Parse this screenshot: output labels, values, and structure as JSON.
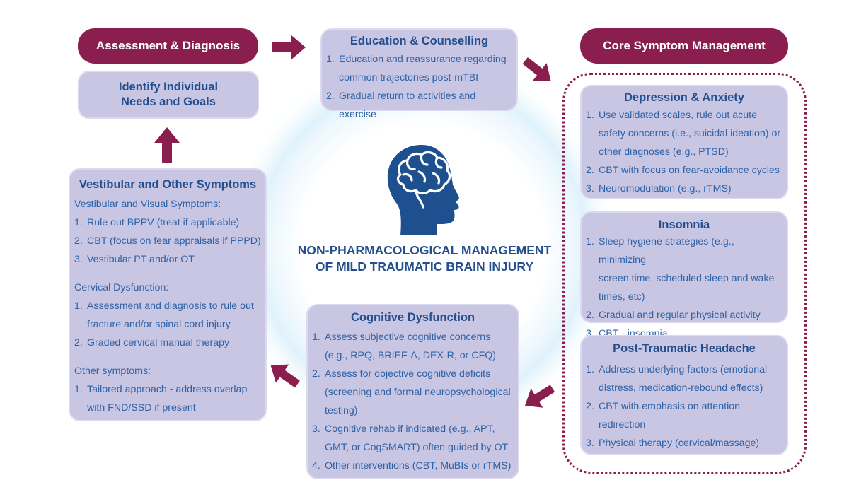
{
  "assessment": {
    "title": "Assessment & Diagnosis"
  },
  "identify": {
    "line1": "Identify Individual",
    "line2": "Needs and Goals"
  },
  "education": {
    "title": "Education & Counselling",
    "items": [
      {
        "num": "1.",
        "lines": [
          "Education and reassurance regarding",
          "common trajectories post-mTBI"
        ]
      },
      {
        "num": "2.",
        "lines": [
          "Gradual return to activities and exercise"
        ]
      }
    ]
  },
  "core": {
    "title": "Core Symptom Management"
  },
  "depression": {
    "title": "Depression & Anxiety",
    "items": [
      {
        "num": "1.",
        "lines": [
          "Use validated scales, rule out acute",
          "safety concerns (i.e., suicidal ideation) or",
          "other diagnoses (e.g., PTSD)"
        ]
      },
      {
        "num": "2.",
        "lines": [
          "CBT with focus on fear-avoidance cycles"
        ]
      },
      {
        "num": "3.",
        "lines": [
          "Neuromodulation (e.g., rTMS)"
        ]
      }
    ]
  },
  "insomnia": {
    "title": "Insomnia",
    "items": [
      {
        "num": "1.",
        "lines": [
          "Sleep hygiene strategies (e.g., minimizing",
          "screen time, scheduled sleep and wake",
          "times, etc)"
        ]
      },
      {
        "num": "2.",
        "lines": [
          "Gradual and regular physical activity"
        ]
      },
      {
        "num": "3.",
        "lines": [
          "CBT - insomnia"
        ]
      }
    ]
  },
  "headache": {
    "title": "Post-Traumatic Headache",
    "items": [
      {
        "num": "1.",
        "lines": [
          "Address underlying factors (emotional",
          "distress, medication-rebound effects)"
        ]
      },
      {
        "num": "2.",
        "lines": [
          "CBT with emphasis on attention",
          "redirection"
        ]
      },
      {
        "num": "3.",
        "lines": [
          "Physical therapy (cervical/massage)"
        ]
      }
    ]
  },
  "cognitive": {
    "title": "Cognitive Dysfunction",
    "items": [
      {
        "num": "1.",
        "lines": [
          "Assess subjective cognitive concerns",
          "(e.g., RPQ, BRIEF-A, DEX-R, or CFQ)"
        ]
      },
      {
        "num": "2.",
        "lines": [
          "Assess for objective cognitive deficits",
          "(screening and formal neuropsychological",
          "testing)"
        ]
      },
      {
        "num": "3.",
        "lines": [
          "Cognitive rehab if indicated (e.g., APT,",
          "GMT, or CogSMART) often guided by OT"
        ]
      },
      {
        "num": "4.",
        "lines": [
          "Other interventions (CBT, MuBIs or rTMS)"
        ]
      }
    ]
  },
  "vestibular": {
    "title": "Vestibular and Other Symptoms",
    "sections": [
      {
        "heading": "Vestibular and Visual Symptoms:",
        "items": [
          {
            "num": "1.",
            "lines": [
              "Rule out BPPV (treat if applicable)"
            ]
          },
          {
            "num": "2.",
            "lines": [
              "CBT (focus on fear appraisals if PPPD)"
            ]
          },
          {
            "num": "3.",
            "lines": [
              "Vestibular PT and/or OT"
            ]
          }
        ]
      },
      {
        "heading": "Cervical Dysfunction:",
        "items": [
          {
            "num": "1.",
            "lines": [
              "Assessment and diagnosis to rule out",
              "fracture and/or spinal cord injury"
            ]
          },
          {
            "num": "2.",
            "lines": [
              "Graded cervical manual therapy"
            ]
          }
        ]
      },
      {
        "heading": "Other symptoms:",
        "items": [
          {
            "num": "1.",
            "lines": [
              "Tailored approach - address overlap",
              "with FND/SSD if present"
            ]
          }
        ]
      }
    ]
  },
  "center": {
    "line1": "NON-PHARMACOLOGICAL MANAGEMENT",
    "line2": "OF MILD TRAUMATIC BRAIN INJURY"
  },
  "icons": {
    "brain": "head-brain-icon"
  },
  "colors": {
    "accent": "#8a1f4f",
    "box": "#c9c6e3",
    "text": "#2e62a6",
    "head": "#1e4f8e"
  }
}
